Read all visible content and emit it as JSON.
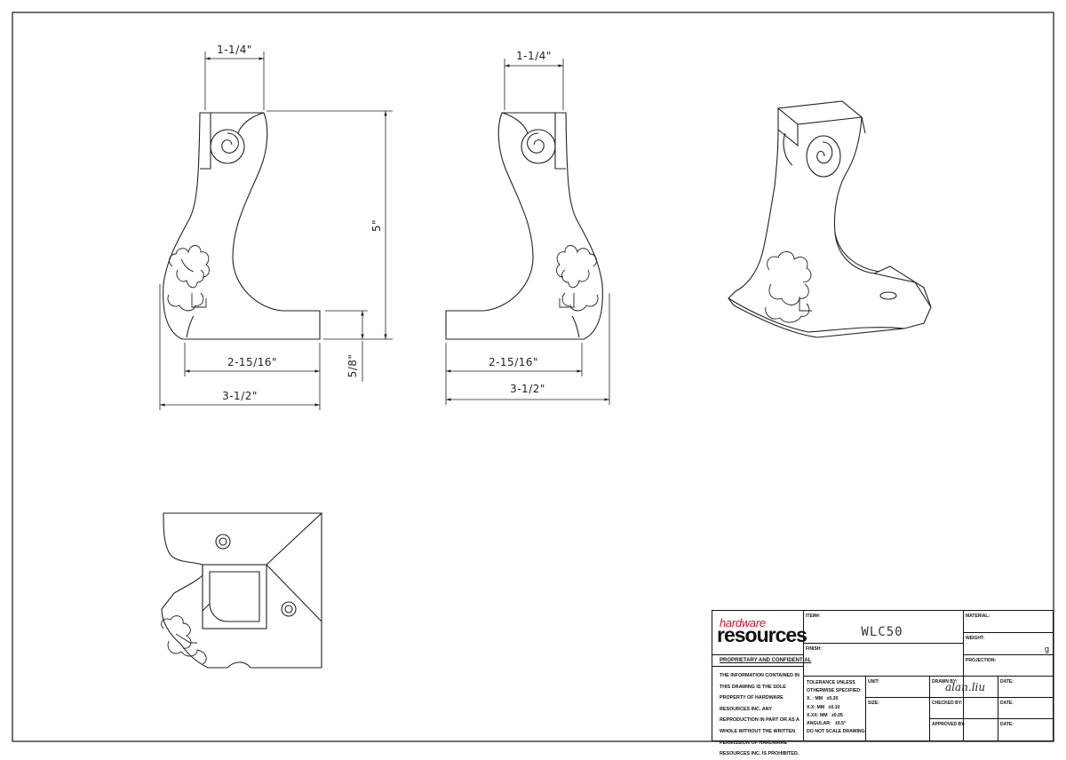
{
  "dimensions": {
    "front_top_width": "1-1/4\"",
    "front_height": "5\"",
    "front_base_inner": "2-15/16\"",
    "front_base_overall": "3-1/2\"",
    "front_base_height": "5/8\"",
    "side_top_width": "1-1/4\"",
    "side_base_inner": "2-15/16\"",
    "side_base_overall": "3-1/2\""
  },
  "title_block": {
    "logo_top": "hardware",
    "logo_bottom": "resources",
    "proprietary_title": "PROPRIETARY AND CONFIDENTIAL",
    "proprietary_text": "THE INFORMATION CONTAINED IN THIS DRAWING IS THE SOLE PROPERTY OF HARDWARE RESOURCES INC. ANY REPRODUCTION IN PART OR AS A WHOLE WITHOUT THE WRITTEN PERMISSION OF HARDWARE RESOURCES INC. IS PROHIBITED.",
    "item_label": "ITEM#:",
    "item_value": "WLC50",
    "finish_label": "FINISH:",
    "material_label": "MATERIAL:",
    "weight_label": "WEIGHT:",
    "weight_unit": "g",
    "projection_label": "PROJECTION:",
    "tolerance_text": "TOLERANCE UNLESS\nOTHERWISE SPECIFIED:\nX. : MM   ±0.20\nX.X: MM   ±0.10\nX.XX: MM   ±0.05\nANGULAR:   ±0.5°\nDO NOT SCALE DRAWING",
    "unit_label": "UNIT:",
    "size_label": "SIZE:",
    "drawn_by_label": "DRAWN BY:",
    "drawn_by_value": "alan.liu",
    "checked_by_label": "CHECKED BY:",
    "approved_by_label": "APPROVED BY:",
    "date_label": "DATE:"
  }
}
